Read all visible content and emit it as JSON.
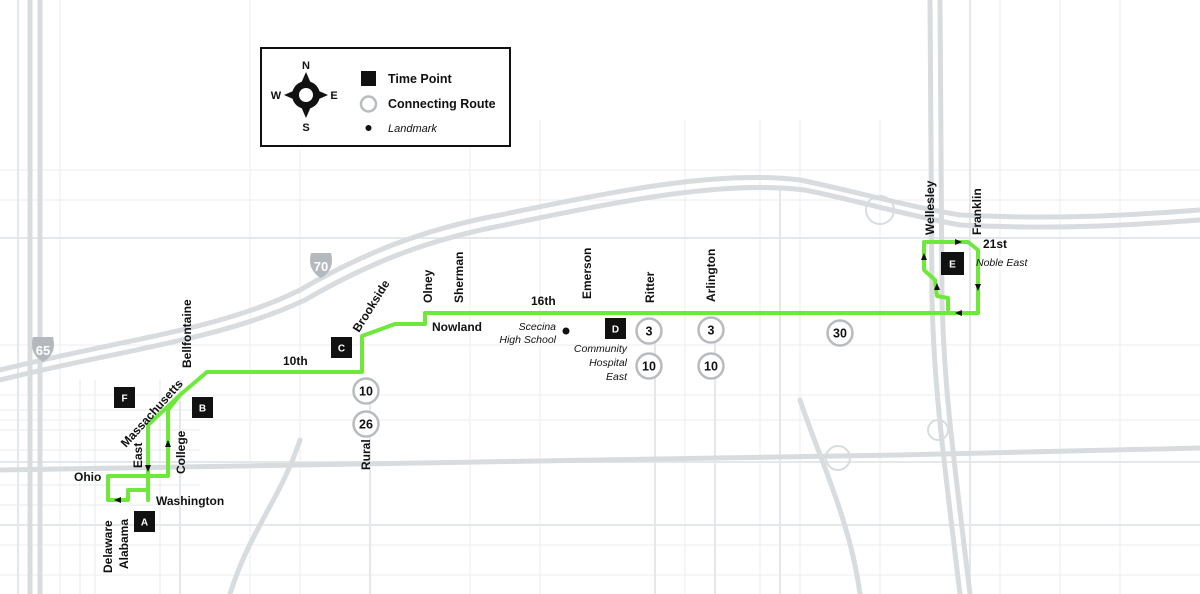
{
  "colors": {
    "route": "#6ee83a",
    "street": "#e5e8ea",
    "highway": "#d8dcdf",
    "time_point": "#111111",
    "connecting_ring": "#b8bcbf"
  },
  "legend": {
    "compass": {
      "n": "N",
      "s": "S",
      "e": "E",
      "w": "W"
    },
    "time_point": "Time Point",
    "connecting_route": "Connecting Route",
    "landmark": "Landmark"
  },
  "shields": {
    "i65": "65",
    "i70": "70"
  },
  "streets": {
    "tenth": "10th",
    "sixteenth": "16th",
    "twenty_first": "21st",
    "nowland": "Nowland",
    "washington": "Washington",
    "ohio": "Ohio",
    "brookside": "Brookside",
    "olney": "Olney",
    "sherman": "Sherman",
    "emerson": "Emerson",
    "ritter": "Ritter",
    "arlington": "Arlington",
    "wellesley": "Wellesley",
    "franklin": "Franklin",
    "bellfontaine": "Bellfontaine",
    "massachusetts": "Massachusetts",
    "east": "East",
    "college": "College",
    "delaware": "Delaware",
    "alabama": "Alabama",
    "rural": "Rural"
  },
  "landmarks": {
    "scecina_line1": "Scecina",
    "scecina_line2": "High School",
    "community_line1": "Community",
    "community_line2": "Hospital",
    "community_line3": "East",
    "noble_east": "Noble East"
  },
  "time_points": {
    "a": "A",
    "b": "B",
    "c": "C",
    "d": "D",
    "e": "E",
    "f": "F"
  },
  "connecting_routes": {
    "brookside_10": "10",
    "brookside_26": "26",
    "ritter_3": "3",
    "ritter_10": "10",
    "arlington_3": "3",
    "arlington_10": "10",
    "east_30": "30"
  }
}
